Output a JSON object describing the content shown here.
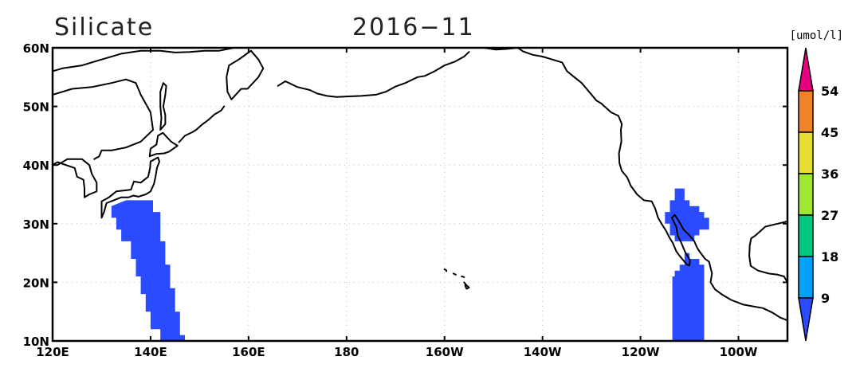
{
  "title": "Silicate",
  "date": "2016−11",
  "units": "[umol/l]",
  "map": {
    "projection": "equirectangular",
    "lon_range": [
      120,
      270
    ],
    "lat_range": [
      10,
      60
    ],
    "lon_ticks": [
      {
        "value": 120,
        "label": "120E"
      },
      {
        "value": 140,
        "label": "140E"
      },
      {
        "value": 160,
        "label": "160E"
      },
      {
        "value": 180,
        "label": "180"
      },
      {
        "value": 200,
        "label": "160W"
      },
      {
        "value": 220,
        "label": "140W"
      },
      {
        "value": 240,
        "label": "120W"
      },
      {
        "value": 260,
        "label": "100W"
      }
    ],
    "lat_ticks": [
      {
        "value": 10,
        "label": "10N"
      },
      {
        "value": 20,
        "label": "20N"
      },
      {
        "value": 30,
        "label": "30N"
      },
      {
        "value": 40,
        "label": "40N"
      },
      {
        "value": 50,
        "label": "50N"
      },
      {
        "value": 60,
        "label": "60N"
      }
    ],
    "grid": "dotted",
    "filled_regions": [
      {
        "color": "#2a4bff",
        "polygon": [
          [
            132,
            33
          ],
          [
            135,
            34
          ],
          [
            140.5,
            34
          ],
          [
            140.5,
            32
          ],
          [
            142,
            32
          ],
          [
            142,
            27
          ],
          [
            143,
            27
          ],
          [
            143,
            23
          ],
          [
            144,
            23
          ],
          [
            144,
            19
          ],
          [
            145,
            19
          ],
          [
            145,
            15
          ],
          [
            146,
            15
          ],
          [
            146,
            11
          ],
          [
            147,
            11
          ],
          [
            147,
            10
          ],
          [
            142,
            10
          ],
          [
            142,
            12
          ],
          [
            140,
            12
          ],
          [
            140,
            15
          ],
          [
            139,
            15
          ],
          [
            139,
            18
          ],
          [
            138,
            18
          ],
          [
            138,
            21
          ],
          [
            137,
            21
          ],
          [
            137,
            24
          ],
          [
            136,
            24
          ],
          [
            136,
            27
          ],
          [
            134,
            27
          ],
          [
            134,
            29
          ],
          [
            133,
            29
          ],
          [
            133,
            31
          ],
          [
            132,
            31
          ]
        ]
      },
      {
        "color": "#2a4bff",
        "polygon": [
          [
            246,
            32
          ],
          [
            246,
            34
          ],
          [
            247,
            34
          ],
          [
            247,
            36
          ],
          [
            249,
            36
          ],
          [
            249,
            34
          ],
          [
            250,
            34
          ],
          [
            250,
            33
          ],
          [
            252,
            33
          ],
          [
            252,
            32
          ],
          [
            253,
            32
          ],
          [
            253,
            31
          ],
          [
            254,
            31
          ],
          [
            254,
            29
          ],
          [
            252,
            29
          ],
          [
            252,
            28
          ],
          [
            251,
            28
          ],
          [
            251,
            27
          ],
          [
            247,
            27
          ],
          [
            247,
            28
          ],
          [
            246,
            28
          ],
          [
            246,
            30
          ],
          [
            245,
            30
          ],
          [
            245,
            32
          ]
        ]
      },
      {
        "color": "#2a4bff",
        "polygon": [
          [
            246.5,
            10
          ],
          [
            253,
            10
          ],
          [
            253,
            23
          ],
          [
            252,
            23
          ],
          [
            252,
            24
          ],
          [
            250,
            24
          ],
          [
            250,
            25
          ],
          [
            249,
            25
          ],
          [
            249,
            23
          ],
          [
            248,
            23
          ],
          [
            248,
            22
          ],
          [
            247,
            22
          ],
          [
            247,
            21
          ],
          [
            246.5,
            21
          ]
        ]
      }
    ],
    "coastlines": [
      [
        [
          121,
          40
        ],
        [
          123,
          41
        ],
        [
          126,
          41
        ],
        [
          127.5,
          40
        ],
        [
          128,
          38.5
        ],
        [
          129,
          37
        ],
        [
          129,
          35.5
        ],
        [
          127.5,
          35
        ],
        [
          126.5,
          34.5
        ],
        [
          126.5,
          36
        ],
        [
          126.3,
          37.5
        ],
        [
          125,
          38
        ],
        [
          124.5,
          39.5
        ],
        [
          121,
          40.5
        ],
        [
          120,
          40
        ]
      ],
      [
        [
          120,
          56
        ],
        [
          122,
          56.5
        ],
        [
          126,
          57
        ],
        [
          130,
          58
        ],
        [
          134,
          59
        ],
        [
          138,
          59.5
        ],
        [
          142,
          59.5
        ],
        [
          145,
          59.2
        ],
        [
          148,
          59.3
        ],
        [
          151,
          59.5
        ],
        [
          154,
          59.5
        ],
        [
          157,
          60
        ]
      ],
      [
        [
          120,
          52
        ],
        [
          124,
          53
        ],
        [
          128,
          53.3
        ],
        [
          132,
          54
        ],
        [
          135,
          54.6
        ],
        [
          137,
          54
        ],
        [
          138,
          52
        ],
        [
          140,
          49
        ],
        [
          140.5,
          46
        ],
        [
          138,
          44
        ],
        [
          135,
          43
        ],
        [
          132,
          42.5
        ],
        [
          130,
          42.5
        ],
        [
          129.5,
          41.5
        ],
        [
          128.5,
          41
        ]
      ],
      [
        [
          130,
          31
        ],
        [
          130.5,
          32
        ],
        [
          131,
          33.5
        ],
        [
          132.5,
          34
        ],
        [
          134,
          34.5
        ],
        [
          135.5,
          34.5
        ],
        [
          136.5,
          34.8
        ],
        [
          137.5,
          34.6
        ],
        [
          139,
          35
        ],
        [
          140,
          35.5
        ],
        [
          140.7,
          36.8
        ],
        [
          141,
          38
        ],
        [
          141.3,
          39.5
        ],
        [
          141.8,
          40.6
        ],
        [
          141.5,
          41.3
        ],
        [
          140,
          40.6
        ],
        [
          139.9,
          39.5
        ],
        [
          139.5,
          38
        ],
        [
          138,
          37
        ],
        [
          136.6,
          37.2
        ],
        [
          136,
          35.8
        ],
        [
          133,
          35.5
        ],
        [
          131.5,
          34.5
        ],
        [
          130,
          33.8
        ],
        [
          130,
          31
        ]
      ],
      [
        [
          139.8,
          41.5
        ],
        [
          141.2,
          41.9
        ],
        [
          142.8,
          42
        ],
        [
          143.8,
          42.3
        ],
        [
          145.5,
          43.3
        ],
        [
          144.2,
          44
        ],
        [
          142.5,
          45.5
        ],
        [
          141.5,
          45
        ],
        [
          141.2,
          43.5
        ],
        [
          140,
          42.8
        ],
        [
          139.8,
          41.5
        ]
      ],
      [
        [
          142,
          46
        ],
        [
          143,
          47
        ],
        [
          143,
          48.5
        ],
        [
          142.6,
          50
        ],
        [
          143,
          52
        ],
        [
          143.2,
          53.5
        ],
        [
          142.6,
          54
        ],
        [
          142,
          52.5
        ],
        [
          142,
          50
        ],
        [
          142.2,
          48
        ],
        [
          142,
          46
        ]
      ],
      [
        [
          155.5,
          55
        ],
        [
          156,
          57
        ],
        [
          158,
          58
        ],
        [
          160.5,
          59.5
        ],
        [
          162,
          58
        ],
        [
          163,
          56.5
        ],
        [
          162,
          55
        ],
        [
          159.8,
          53
        ],
        [
          158.5,
          53
        ],
        [
          156.5,
          51.2
        ],
        [
          155.7,
          52.5
        ],
        [
          155.5,
          55
        ]
      ],
      [
        [
          145.8,
          43.9
        ],
        [
          147,
          45
        ],
        [
          148.5,
          45.6
        ],
        [
          149.3,
          46
        ],
        [
          150.5,
          46.9
        ],
        [
          151.8,
          47.7
        ],
        [
          153,
          48.6
        ],
        [
          154.4,
          49.3
        ],
        [
          155,
          50
        ]
      ],
      [
        [
          166,
          53.5
        ],
        [
          167.5,
          54.3
        ],
        [
          170,
          53.3
        ],
        [
          172.5,
          52.8
        ],
        [
          174,
          52.2
        ],
        [
          176,
          51.8
        ],
        [
          178,
          51.6
        ],
        [
          180,
          51.7
        ],
        [
          183,
          51.8
        ],
        [
          186,
          52
        ],
        [
          188,
          52.5
        ],
        [
          190,
          53.4
        ],
        [
          192,
          54
        ],
        [
          194.5,
          55
        ],
        [
          196,
          55.2
        ],
        [
          198,
          56
        ],
        [
          200,
          57
        ],
        [
          202,
          57.6
        ],
        [
          204,
          58.5
        ],
        [
          205,
          59.3
        ]
      ],
      [
        [
          208,
          60
        ],
        [
          210.5,
          59.7
        ],
        [
          212.5,
          59.8
        ],
        [
          215,
          60
        ],
        [
          216,
          59.4
        ],
        [
          218,
          58.8
        ],
        [
          220,
          58.5
        ],
        [
          222,
          58
        ],
        [
          224,
          57.5
        ],
        [
          225,
          56
        ],
        [
          226.5,
          55
        ],
        [
          228,
          54
        ],
        [
          229,
          53
        ],
        [
          231,
          51
        ],
        [
          232,
          50.5
        ],
        [
          234,
          49
        ],
        [
          235.5,
          48.4
        ],
        [
          236.2,
          47
        ],
        [
          236,
          46
        ],
        [
          236.1,
          44
        ],
        [
          235.6,
          42
        ],
        [
          235.7,
          40.3
        ],
        [
          236.2,
          39
        ],
        [
          237.2,
          38
        ],
        [
          237.5,
          37.5
        ],
        [
          238,
          36.5
        ],
        [
          239.3,
          35
        ],
        [
          240.7,
          34
        ],
        [
          242.3,
          33.8
        ],
        [
          243,
          32.6
        ],
        [
          243.6,
          31
        ],
        [
          244.3,
          30
        ],
        [
          245.2,
          28.8
        ],
        [
          245.8,
          27.8
        ],
        [
          246.6,
          26.7
        ],
        [
          247.3,
          25.3
        ],
        [
          248,
          24.5
        ],
        [
          249.5,
          23
        ],
        [
          250,
          22.9
        ],
        [
          250.1,
          23.8
        ],
        [
          249.1,
          25.2
        ],
        [
          248.3,
          26.8
        ],
        [
          247.6,
          28
        ],
        [
          247.3,
          29.5
        ],
        [
          246.4,
          31
        ]
      ],
      [
        [
          246.4,
          31
        ],
        [
          247,
          31.5
        ],
        [
          247.8,
          30.5
        ],
        [
          248.8,
          29
        ],
        [
          250,
          28
        ],
        [
          251,
          27
        ],
        [
          251.5,
          26
        ],
        [
          252,
          25.3
        ],
        [
          253.2,
          24
        ],
        [
          254,
          23.5
        ],
        [
          254.3,
          22.5
        ],
        [
          254.6,
          21.5
        ],
        [
          254.3,
          20
        ],
        [
          255.2,
          18.8
        ],
        [
          256.5,
          18
        ],
        [
          258.5,
          17
        ],
        [
          261,
          16.2
        ],
        [
          263,
          15.9
        ],
        [
          265,
          15.6
        ],
        [
          267,
          14.8
        ],
        [
          268.5,
          14
        ],
        [
          270,
          13.5
        ]
      ],
      [
        [
          270,
          20
        ],
        [
          269.3,
          21
        ],
        [
          268,
          21.3
        ],
        [
          266.2,
          21.5
        ],
        [
          264,
          22
        ],
        [
          262.5,
          22.8
        ],
        [
          262.2,
          24.5
        ],
        [
          262.3,
          26.3
        ],
        [
          262.6,
          27.5
        ],
        [
          263.5,
          28
        ],
        [
          265.5,
          29.5
        ],
        [
          268,
          30
        ],
        [
          270,
          30.4
        ]
      ],
      [
        [
          200,
          22.2
        ],
        [
          200.3,
          22.1
        ],
        [
          200.4,
          21.9
        ]
      ],
      [
        [
          201.8,
          21.5
        ],
        [
          202.3,
          21.3
        ]
      ],
      [
        [
          203.5,
          21
        ],
        [
          204,
          20.9
        ]
      ],
      [
        [
          204,
          20
        ],
        [
          204.5,
          19.5
        ],
        [
          205,
          19.1
        ],
        [
          204.5,
          18.9
        ],
        [
          204.2,
          19.5
        ]
      ]
    ]
  },
  "colorbar": {
    "levels": [
      "9",
      "18",
      "27",
      "36",
      "45",
      "54"
    ],
    "colors": [
      "#2a4bff",
      "#00a0ff",
      "#00c880",
      "#a0e632",
      "#e6dc32",
      "#f08228",
      "#e6007f"
    ]
  }
}
